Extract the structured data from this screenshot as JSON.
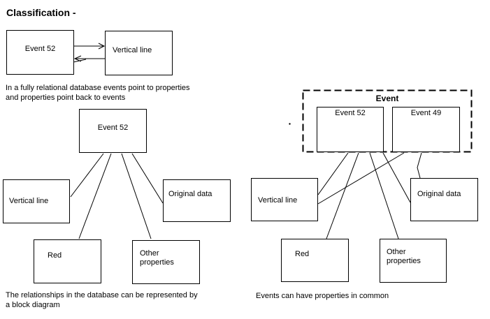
{
  "title": "Classification -",
  "colors": {
    "line": "#000000",
    "background": "#ffffff"
  },
  "diagram_pointers": {
    "event52": "Event 52",
    "vertical_line": "Vertical line",
    "caption_line1": "In a fully relational database events point to properties",
    "caption_line2": "and properties point back to events"
  },
  "diagram_block": {
    "event52": "Event 52",
    "vertical_line": "Vertical line",
    "original_data": "Original data",
    "red": "Red",
    "other_properties": "Other properties",
    "caption_line1": "The relationships in the database can be represented by",
    "caption_line2": "a block diagram"
  },
  "diagram_common": {
    "group_label": "Event",
    "event52": "Event 52",
    "event49": "Event 49",
    "vertical_line": "Vertical line",
    "original_data": "Original data",
    "red": "Red",
    "other_properties": "Other properties",
    "caption": "Events can have properties in common"
  }
}
